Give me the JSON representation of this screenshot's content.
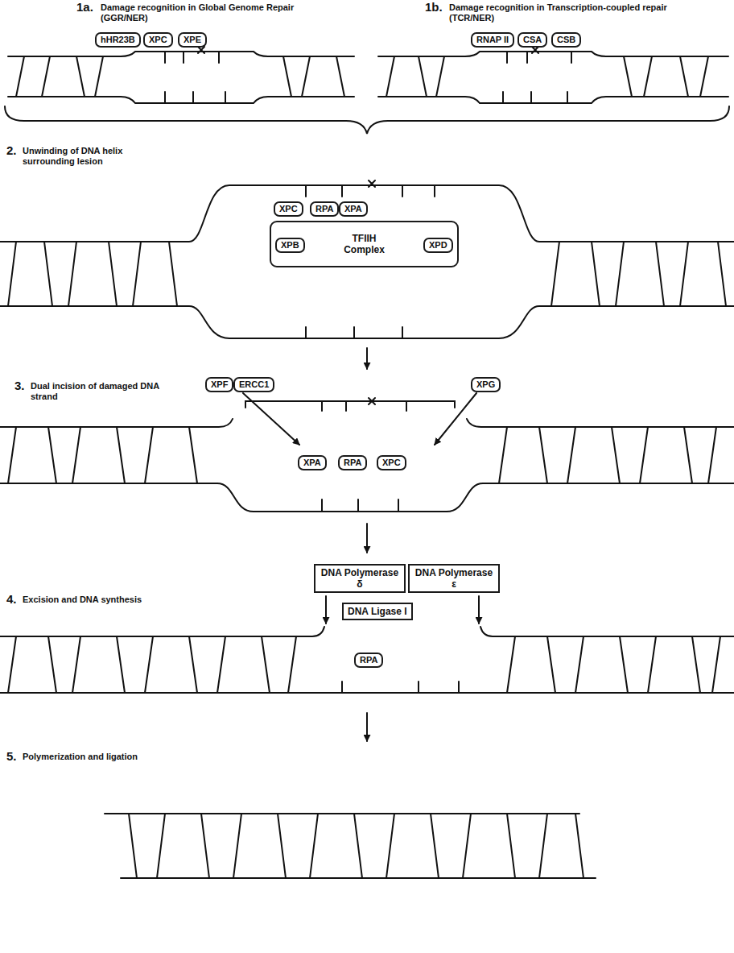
{
  "diagram": {
    "nodes": [
      {
        "text": [
          "hHR23B"
        ]
      },
      {
        "text": [
          "XPC"
        ]
      },
      {
        "text": [
          "XPE"
        ]
      },
      {
        "text": [
          "RNAP II"
        ]
      },
      {
        "text": [
          "CSA"
        ]
      },
      {
        "text": [
          "CSB"
        ]
      },
      {
        "text": [
          "XPC"
        ]
      },
      {
        "text": [
          "RPA"
        ]
      },
      {
        "text": [
          "XPA"
        ]
      },
      {
        "text": [
          "TFIIH Complex"
        ]
      },
      {
        "text": [
          "XPB"
        ],
        "in": 9
      },
      {
        "text": [
          "XPD"
        ],
        "in": 9
      },
      {
        "text": [
          "XPF"
        ]
      },
      {
        "text": [
          "ERCC1"
        ]
      },
      {
        "text": [
          "XPG"
        ]
      },
      {
        "text": [
          "XPA"
        ]
      },
      {
        "text": [
          "RPA"
        ]
      },
      {
        "text": [
          "XPC"
        ]
      },
      {
        "text": [
          "DNA Polymerase δ"
        ]
      },
      {
        "text": [
          "DNA Polymerase ε"
        ]
      },
      {
        "text": [
          "DNA Ligase I"
        ]
      },
      {
        "text": [
          "RPA"
        ]
      }
    ],
    "labels": [
      "1a.",
      "Damage recognition in Global Genome Repair (GGR/NER)",
      "1b.",
      "Damage recognition in Transcription-coupled repair (TCR/NER)",
      "2.",
      "Unwinding of DNA helix surrounding lesion",
      "3.",
      "Dual incision of damaged DNA strand",
      "4.",
      "Excision and DNA synthesis",
      "5.",
      "Polymerization and ligation"
    ]
  }
}
